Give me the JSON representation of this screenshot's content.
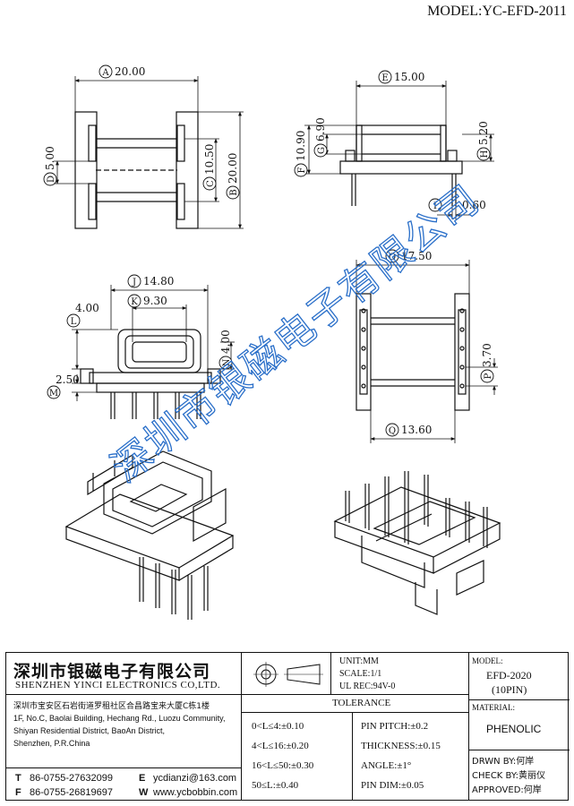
{
  "model": "MODEL:YC-EFD-2011",
  "dims": {
    "A": {
      "letter": "A",
      "value": "20.00"
    },
    "B": {
      "letter": "B",
      "value": "20.00"
    },
    "C": {
      "letter": "C",
      "value": "10.50"
    },
    "D": {
      "letter": "D",
      "value": "5.00"
    },
    "E": {
      "letter": "E",
      "value": "15.00"
    },
    "F": {
      "letter": "F",
      "value": "10.90"
    },
    "G": {
      "letter": "G",
      "value": "6.90"
    },
    "H": {
      "letter": "H",
      "value": "5.20"
    },
    "I": {
      "letter": "I",
      "value": "0.60"
    },
    "J": {
      "letter": "J",
      "value": "14.80"
    },
    "K": {
      "letter": "K",
      "value": "9.30"
    },
    "L": {
      "letter": "L",
      "value": "4.00"
    },
    "M": {
      "letter": "M",
      "value": "2.50"
    },
    "N": {
      "letter": "N",
      "value": "4.00"
    },
    "O": {
      "letter": "O",
      "value": "17.50"
    },
    "P": {
      "letter": "P",
      "value": "3.70"
    },
    "Q": {
      "letter": "Q",
      "value": "13.60"
    }
  },
  "watermark": "深圳市银磁电子有限公司",
  "company": {
    "name_cn": "深圳市银磁电子有限公司",
    "name_en": "SHENZHEN YINCI ELECTRONICS CO,LTD.",
    "address_cn": "深圳市宝安区石岩街道罗租社区合昌路宝来大厦C栋1楼",
    "address_en": [
      "1F, No.C, Baolai Building, Hechang Rd., Luozu Community,",
      "Shiyan Residential District, BaoAn District,",
      "Shenzhen, P.R.China"
    ],
    "tel_label": "T",
    "tel": "86-0755-27632099",
    "fax_label": "F",
    "fax": "86-0755-26819697",
    "email_label": "E",
    "email": "ycdianzi@163.com",
    "web_label": "W",
    "web": "www.ycbobbin.com"
  },
  "specs": {
    "unit": "UNIT:MM",
    "scale": "SCALE:1/1",
    "ul": "UL REC:94V-0",
    "model_label": "MODEL:",
    "model_value": "EFD-2020",
    "pins": "(10PIN)",
    "material_label": "MATERIAL:",
    "material_value": "PHENOLIC"
  },
  "tolerance": {
    "title": "TOLERANCE",
    "left": [
      "0<L≤4:±0.10",
      "4<L≤16:±0.20",
      "16<L≤50:±0.30",
      "50≤L:±0.40"
    ],
    "right": [
      "PIN PITCH:±0.2",
      "THICKNESS:±0.15",
      "ANGLE:±1°",
      "PIN DIM:±0.05"
    ]
  },
  "approval": {
    "drawn": "DRWN BY:何岸",
    "check": "CHECK BY:黄丽仪",
    "approved": "APPROVED:何岸"
  }
}
